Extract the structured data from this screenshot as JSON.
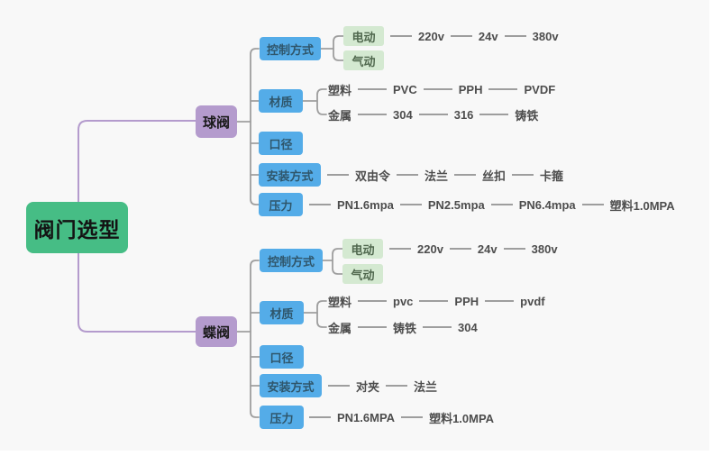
{
  "title": "阀门选型",
  "colors": {
    "canvas_bg": "#f8f8f8",
    "root_green": "#46bd85",
    "branch_purple": "#b49bcd",
    "topic_blue": "#54ace8",
    "subtopic_light_green": "#d4e9d1",
    "wire_gray": "#9e9e9e",
    "leaf_text": "#4d4d4d"
  },
  "root": {
    "label": "阀门选型"
  },
  "ball": {
    "label": "球阀",
    "control": {
      "label": "控制方式",
      "electric": "电动",
      "pneumatic": "气动",
      "voltages": [
        "220v",
        "24v",
        "380v"
      ]
    },
    "material": {
      "label": "材质",
      "plastic": "塑料",
      "plastic_chain": [
        "PVC",
        "PPH",
        "PVDF"
      ],
      "metal": "金属",
      "metal_chain": [
        "304",
        "316",
        "铸铁"
      ]
    },
    "diameter": {
      "label": "口径"
    },
    "install": {
      "label": "安装方式",
      "chain": [
        "双由令",
        "法兰",
        "丝扣",
        "卡箍"
      ]
    },
    "pressure": {
      "label": "压力",
      "chain": [
        "PN1.6mpa",
        "PN2.5mpa",
        "PN6.4mpa",
        "塑料1.0MPA"
      ]
    }
  },
  "butterfly": {
    "label": "蝶阀",
    "control": {
      "label": "控制方式",
      "electric": "电动",
      "pneumatic": "气动",
      "voltages": [
        "220v",
        "24v",
        "380v"
      ]
    },
    "material": {
      "label": "材质",
      "plastic": "塑料",
      "plastic_chain": [
        "pvc",
        "PPH",
        "pvdf"
      ],
      "metal": "金属",
      "metal_chain": [
        "铸铁",
        "304"
      ]
    },
    "diameter": {
      "label": "口径"
    },
    "install": {
      "label": "安装方式",
      "chain": [
        "对夹",
        "法兰"
      ]
    },
    "pressure": {
      "label": "压力",
      "chain": [
        "PN1.6MPA",
        "塑料1.0MPA"
      ]
    }
  }
}
